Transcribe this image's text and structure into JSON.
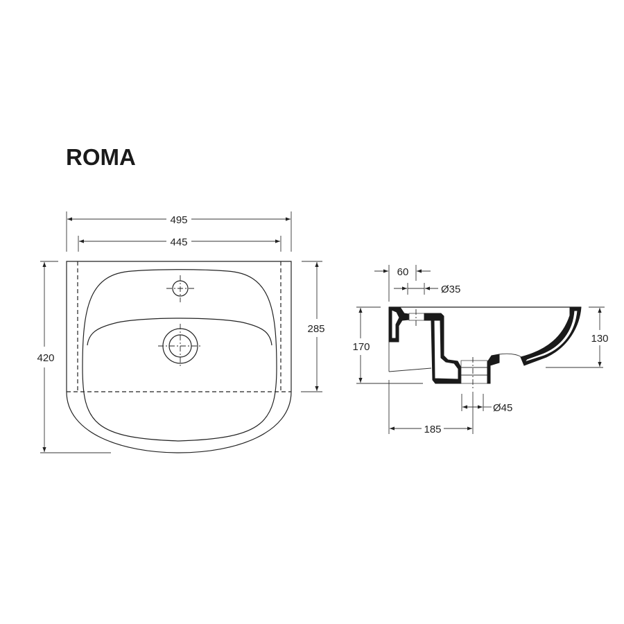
{
  "title": "ROMA",
  "top_view": {
    "overall_width": "495",
    "inner_width": "445",
    "overall_depth": "420",
    "back_depth": "285"
  },
  "side_view": {
    "tap_offset": "60",
    "tap_hole_diameter": "Ø35",
    "overall_height": "170",
    "bowl_height": "130",
    "waste_diameter": "Ø45",
    "waste_offset": "185"
  }
}
